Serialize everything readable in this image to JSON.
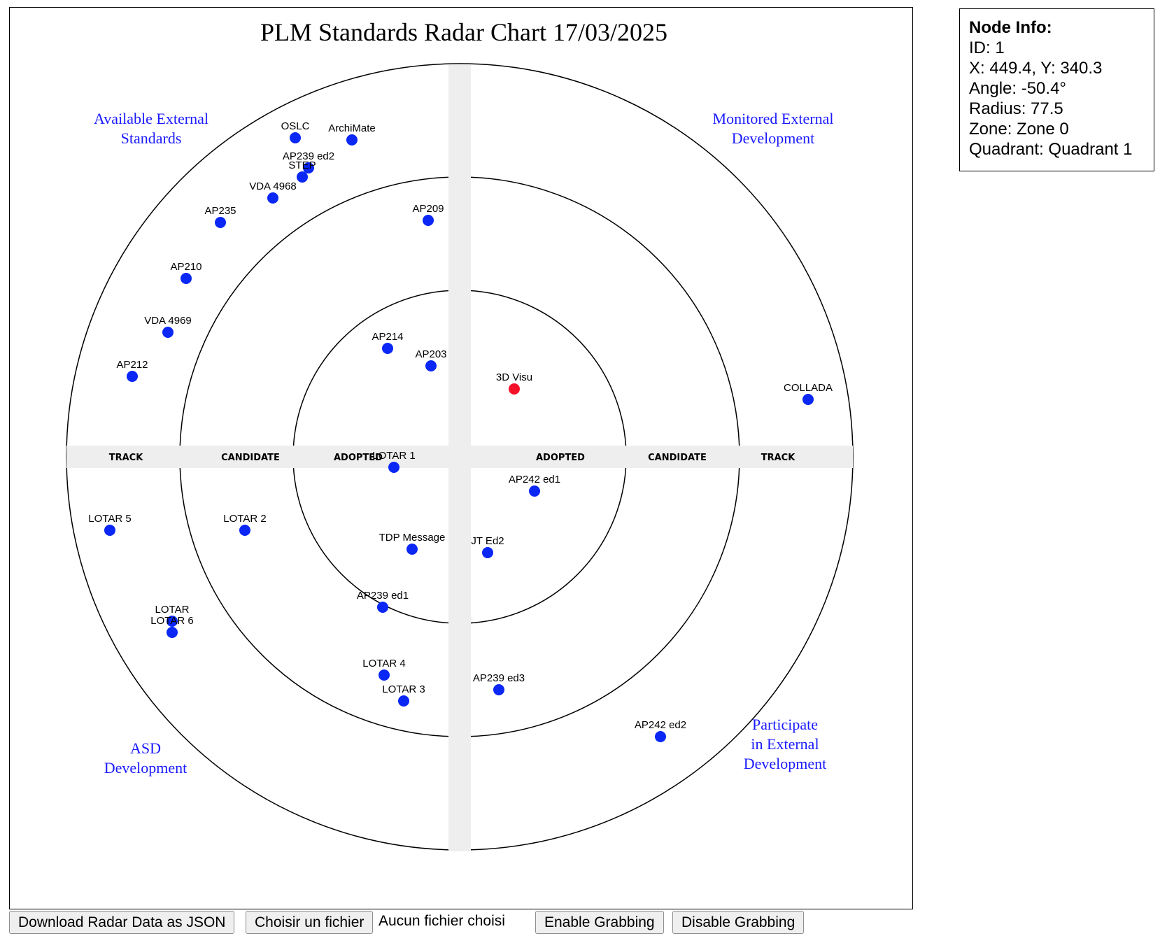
{
  "title": "PLM Standards Radar Chart 17/03/2025",
  "quadrant_labels": [
    [
      "Available External",
      "Standards"
    ],
    [
      "Monitored External",
      "Development"
    ],
    [
      "ASD",
      "Development"
    ],
    [
      "Participate",
      "in External",
      "Development"
    ]
  ],
  "ring_labels": {
    "left": [
      "TRACK",
      "CANDIDATE",
      "ADOPTED"
    ],
    "right": [
      "ADOPTED",
      "CANDIDATE",
      "TRACK"
    ]
  },
  "colors": {
    "node": "#0a27f5",
    "selected_node": "#f5102a",
    "quadrant_label": "#1a1aff",
    "band": "#eeeeee"
  },
  "nodes": [
    {
      "label": "OSLC",
      "selected": false
    },
    {
      "label": "ArchiMate",
      "selected": false
    },
    {
      "label": "AP239 ed2",
      "selected": false
    },
    {
      "label": "STEP",
      "selected": false
    },
    {
      "label": "VDA 4968",
      "selected": false
    },
    {
      "label": "AP235",
      "selected": false
    },
    {
      "label": "AP209",
      "selected": false
    },
    {
      "label": "AP210",
      "selected": false
    },
    {
      "label": "VDA 4969",
      "selected": false
    },
    {
      "label": "AP212",
      "selected": false
    },
    {
      "label": "AP214",
      "selected": false
    },
    {
      "label": "AP203",
      "selected": false
    },
    {
      "label": "3D Visu",
      "selected": true
    },
    {
      "label": "COLLADA",
      "selected": false
    },
    {
      "label": "LOTAR 1",
      "selected": false
    },
    {
      "label": "AP242 ed1",
      "selected": false
    },
    {
      "label": "LOTAR 5",
      "selected": false
    },
    {
      "label": "LOTAR 2",
      "selected": false
    },
    {
      "label": "TDP Message",
      "selected": false
    },
    {
      "label": "JT Ed2",
      "selected": false
    },
    {
      "label": "AP239 ed1",
      "selected": false
    },
    {
      "label": "LOTAR",
      "selected": false
    },
    {
      "label": "LOTAR 6",
      "selected": false
    },
    {
      "label": "LOTAR 4",
      "selected": false
    },
    {
      "label": "LOTAR 3",
      "selected": false
    },
    {
      "label": "AP239 ed3",
      "selected": false
    },
    {
      "label": "AP242 ed2",
      "selected": false
    }
  ],
  "node_info": {
    "title": "Node Info:",
    "id": "ID: 1",
    "xy": "X: 449.4, Y: 340.3",
    "angle": "Angle: -50.4°",
    "radius": "Radius: 77.5",
    "zone": "Zone: Zone 0",
    "quadrant": "Quadrant: Quadrant 1"
  },
  "controls": {
    "download": "Download Radar Data as JSON",
    "choose_file": "Choisir un fichier",
    "file_status": "Aucun fichier choisi",
    "enable_grab": "Enable Grabbing",
    "disable_grab": "Disable Grabbing"
  }
}
